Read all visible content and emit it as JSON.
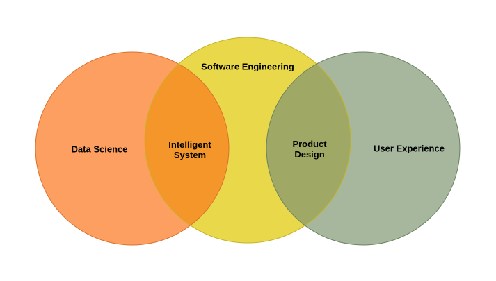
{
  "circles": [
    {
      "id": "data-science",
      "fill": "#fd9a57",
      "stroke": "#d9722e"
    },
    {
      "id": "software-engineering",
      "fill": "#e9d84a",
      "stroke": "#c5b327"
    },
    {
      "id": "user-experience",
      "fill": "#a3b59a",
      "stroke": "#6d8360"
    }
  ],
  "overlaps": [
    {
      "id": "intelligent-system",
      "fill": "#f5962a"
    },
    {
      "id": "product-design",
      "fill": "#9fa864"
    }
  ],
  "labels": {
    "data_science": "Data Science",
    "software_engineering": "Software Engineering",
    "user_experience": "User Experience",
    "intelligent_system": {
      "line1": "Intelligent",
      "line2": "System"
    },
    "product_design": {
      "line1": "Product",
      "line2": "Design"
    }
  }
}
